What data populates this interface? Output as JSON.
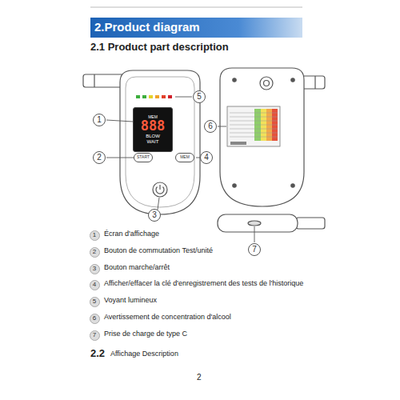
{
  "diagram": {
    "title": "2.Product diagram",
    "nodes": [
      {
        "text": [
          "MEM",
          "888",
          "BLOW",
          "WAIT"
        ]
      },
      {
        "text": [
          "START"
        ]
      },
      {
        "text": [
          "MEM"
        ]
      },
      {
        "text": [
          "5"
        ]
      },
      {
        "text": [
          "1"
        ]
      },
      {
        "text": [
          "6"
        ]
      },
      {
        "text": [
          "2"
        ]
      },
      {
        "text": [
          "4"
        ]
      },
      {
        "text": [
          "3"
        ]
      },
      {
        "text": [
          "7"
        ]
      },
      {
        "text": [
          "1"
        ]
      },
      {
        "text": [
          "2"
        ]
      },
      {
        "text": [
          "3"
        ]
      },
      {
        "text": [
          "4"
        ]
      },
      {
        "text": [
          "5"
        ]
      },
      {
        "text": [
          "6"
        ]
      },
      {
        "text": [
          "7"
        ]
      }
    ],
    "labels": [
      "2.1 Product part description",
      "Écran d'affichage",
      "Bouton de commutation Test/unité",
      "Bouton marche/arrêt",
      "Afficher/effacer la clé d'enregistrement des tests de l'historique",
      "Voyant lumineux",
      "Avertissement de concentration d'alcool",
      "Prise de charge de type C",
      "2.2",
      "Affichage Description",
      "2"
    ]
  }
}
